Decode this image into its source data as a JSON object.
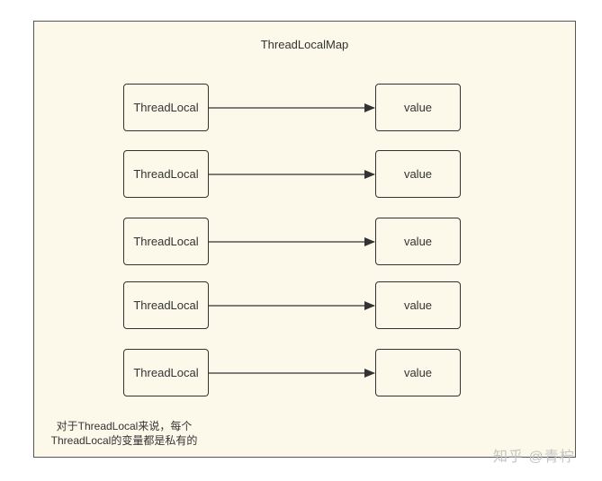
{
  "diagram": {
    "title": "ThreadLocalMap",
    "entries": [
      {
        "key": "ThreadLocal",
        "value": "value"
      },
      {
        "key": "ThreadLocal",
        "value": "value"
      },
      {
        "key": "ThreadLocal",
        "value": "value"
      },
      {
        "key": "ThreadLocal",
        "value": "value"
      },
      {
        "key": "ThreadLocal",
        "value": "value"
      }
    ],
    "note_line1": "对于ThreadLocal来说，每个",
    "note_line2": "ThreadLocal的变量都是私有的"
  },
  "watermark": "知乎 @青柠",
  "colors": {
    "frame_background": "#fcf8ea",
    "stroke": "#333333"
  }
}
